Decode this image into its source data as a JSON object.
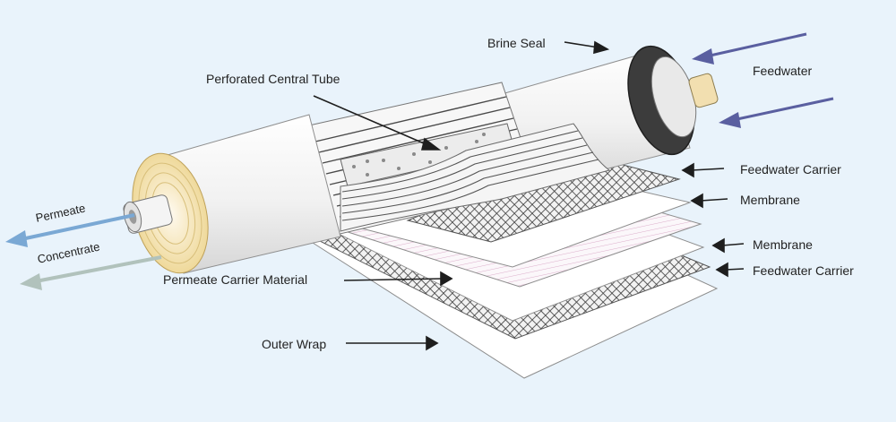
{
  "labels": {
    "brine_seal": "Brine Seal",
    "feedwater": "Feedwater",
    "perforated_central_tube": "Perforated Central Tube",
    "feedwater_carrier_top": "Feedwater Carrier",
    "membrane_top": "Membrane",
    "membrane_bottom": "Membrane",
    "feedwater_carrier_bottom": "Feedwater Carrier",
    "permeate_carrier_material": "Permeate Carrier Material",
    "outer_wrap": "Outer Wrap",
    "permeate": "Permeate",
    "concentrate": "Concentrate"
  },
  "colors": {
    "background": "#e9f3fb",
    "tube": "#f3f3f3",
    "tube_edge": "#9a9a9a",
    "brine_seal": "#3a3a3a",
    "feed_arrow": "#5a5fa0",
    "permeate_arrow": "#6f9fd0",
    "concentrate_arrow": "#a9bbb4",
    "spiral_end": "#f3e6b8",
    "membrane_stripe": "#d9a9c9"
  }
}
